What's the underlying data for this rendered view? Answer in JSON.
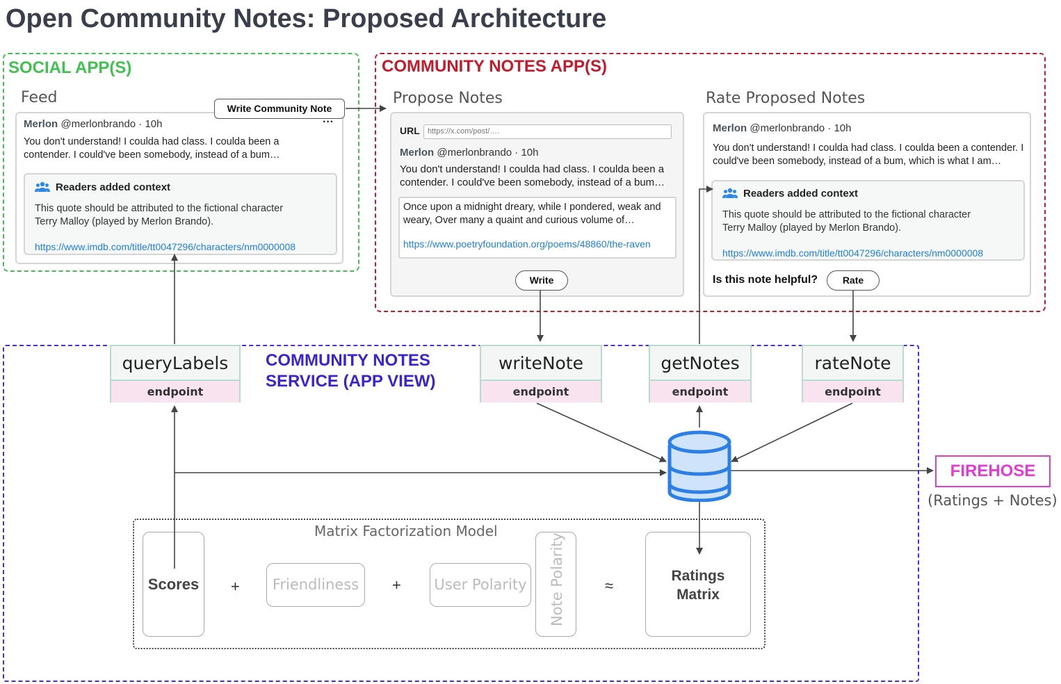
{
  "title": "Open Community Notes: Proposed Architecture",
  "social_app": {
    "label": "SOCIAL APP(S)",
    "feed_label": "Feed",
    "write_button": "Write Community Note",
    "post": {
      "author": "Merlon",
      "handle_time": "@merlonbrando · 10h",
      "text_line1": "You don't understand! I coulda had class. I coulda been a",
      "text_line2": "contender. I could've been somebody, instead of a bum…",
      "menu": "···"
    },
    "context": {
      "title": "Readers added context",
      "line1": "This quote should be attributed to the fictional character",
      "line2": "Terry Malloy (played by Merlon Brando).",
      "link": "https://www.imdb.com/title/tt0047296/characters/nm0000008"
    }
  },
  "community_notes_app": {
    "label": "COMMUNITY NOTES APP(S)",
    "propose": {
      "label": "Propose Notes",
      "url_label": "URL",
      "url_value": "https://x.com/post/….",
      "author": "Merlon",
      "handle_time": "@merlonbrando · 10h",
      "text_line1": "You don't understand! I coulda had class. I coulda been a",
      "text_line2": "contender. I could've been somebody, instead of a bum…",
      "note_line1": "Once upon a midnight dreary, while I pondered, weak and",
      "note_line2": "weary, Over many a quaint and curious volume of…",
      "note_link": "https://www.poetryfoundation.org/poems/48860/the-raven",
      "write_button": "Write"
    },
    "rate": {
      "label": "Rate Proposed Notes",
      "author": "Merlon",
      "handle_time": "@merlonbrando · 10h",
      "text_line1": "You don't understand! I coulda had class. I coulda been a contender. I",
      "text_line2": "could've been somebody, instead of a bum, which is what I am…",
      "context_title": "Readers added context",
      "context_line1": "This quote should be attributed to the fictional character",
      "context_line2": "Terry Malloy (played by Merlon Brando).",
      "context_link": "https://www.imdb.com/title/tt0047296/characters/nm0000008",
      "question": "Is this note helpful?",
      "rate_button": "Rate"
    }
  },
  "service": {
    "label_line1": "COMMUNITY NOTES",
    "label_line2": "SERVICE (APP VIEW)",
    "endpoints": [
      {
        "name": "queryLabels",
        "type": "endpoint"
      },
      {
        "name": "writeNote",
        "type": "endpoint"
      },
      {
        "name": "getNotes",
        "type": "endpoint"
      },
      {
        "name": "rateNote",
        "type": "endpoint"
      }
    ]
  },
  "firehose": {
    "label": "FIREHOSE",
    "sub": "(Ratings + Notes)"
  },
  "matrix_model": {
    "label": "Matrix Factorization Model",
    "scores": "Scores",
    "plus": "+",
    "friendliness": "Friendliness",
    "user_polarity": "User Polarity",
    "note_polarity": "Note Polarity",
    "approx": "≈",
    "ratings_line1": "Ratings",
    "ratings_line2": "Matrix"
  },
  "colors": {
    "social": "#3fc24f",
    "community_notes": "#c41a2c",
    "service": "#3b24cf",
    "firehose": "#e43bd2",
    "endpoint_border": "#b6dccd",
    "endpoint_type_bg": "#f9e3ee",
    "database": "#2b7fe6",
    "link": "#1d7fe0"
  },
  "icons": [
    "people-icon",
    "database-icon",
    "more-icon"
  ]
}
